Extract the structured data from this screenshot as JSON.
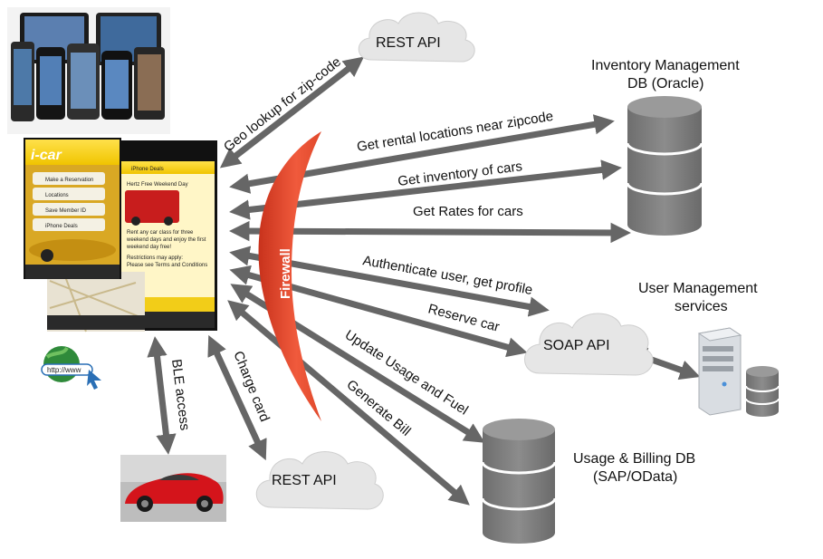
{
  "clouds": {
    "top": "REST API",
    "bottom": "REST API",
    "soap": "SOAP API"
  },
  "firewall": {
    "label": "Firewall",
    "color": "#f05a3c"
  },
  "databases": {
    "inventory": {
      "line1": "Inventory Management",
      "line2": "DB (Oracle)"
    },
    "billing": {
      "line1": "Usage & Billing DB",
      "line2": "(SAP/OData)"
    }
  },
  "user_mgmt": {
    "line1": "User Management",
    "line2": "services"
  },
  "arrows": {
    "geo": "Geo lookup for zip-code",
    "rental": "Get rental locations near zipcode",
    "inventory": "Get inventory of cars",
    "rates": "Get Rates for cars",
    "auth": "Authenticate  user, get profile",
    "reserve": "Reserve car",
    "usage": "Update Usage and Fuel",
    "bill": "Generate Bill",
    "ble": "BLE access",
    "charge": "Charge card"
  },
  "app": {
    "name": "i-car",
    "menu": [
      "Make a Reservation",
      "Locations",
      "Save Member ID",
      "iPhone Deals"
    ],
    "deals_title": "iPhone Deals",
    "deal_heading": "Hertz Free Weekend Day",
    "deal_text1": "Rent any car class for three",
    "deal_text2": "weekend days and enjoy the first",
    "deal_text3": "weekend day free!",
    "restrictions": "Restrictions may apply:",
    "terms": "Please see Terms and Conditions",
    "globe_text": "http://www"
  },
  "colors": {
    "arrow": "#666666",
    "db": "#7f7f7f",
    "cloud": "#e6e6e6"
  }
}
